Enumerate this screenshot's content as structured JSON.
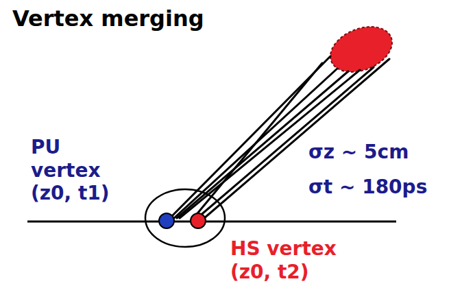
{
  "diagram": {
    "title": "Vertex merging",
    "labels": [
      "PU vertex (z0, t1)",
      "σz ~ 5cm",
      "σt ~ 180ps",
      "HS vertex (z0, t2)"
    ]
  }
}
